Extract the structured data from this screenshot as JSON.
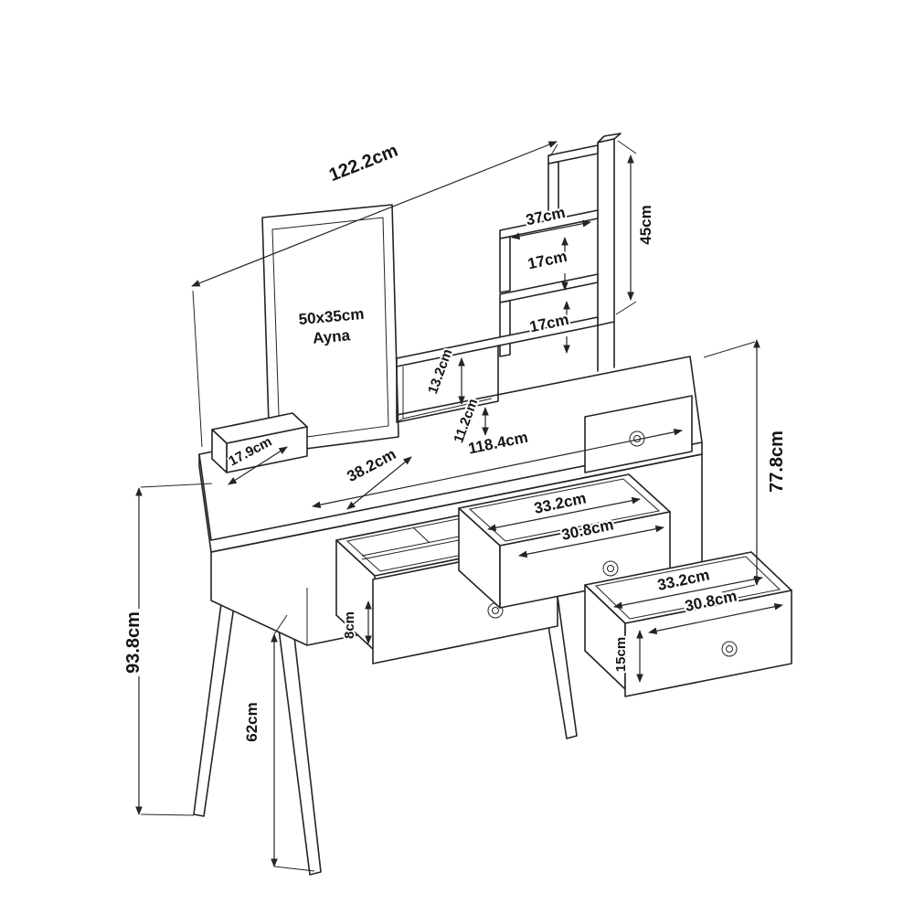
{
  "diagram": {
    "kind": "furniture-dimension-drawing",
    "subject": "dressing-table-with-mirror",
    "background": "#ffffff",
    "line_color": "#242424",
    "labels": {
      "overall_width": "122.2cm",
      "overall_height": "93.8cm",
      "table_height": "77.8cm",
      "leg_height": "62cm",
      "tabletop_width": "118.4cm",
      "tabletop_depth": "38.2cm",
      "left_box_depth": "17.9cm",
      "mirror_size": "50x35cm",
      "mirror_word": "Ayna",
      "hutch_shelf_width": "37cm",
      "hutch_height": "45cm",
      "shelf_gap_upper": "17cm",
      "shelf_gap_lower": "17cm",
      "small_shelf_height": "13.2cm",
      "small_shelf_gap": "11.2cm",
      "drawer_mid_width": "33.2cm",
      "drawer_mid_depth": "30.8cm",
      "drawer_right_width": "33.2cm",
      "drawer_right_depth": "30.8cm",
      "drawer_front_height": "15cm",
      "organizer_height": "8cm"
    }
  }
}
